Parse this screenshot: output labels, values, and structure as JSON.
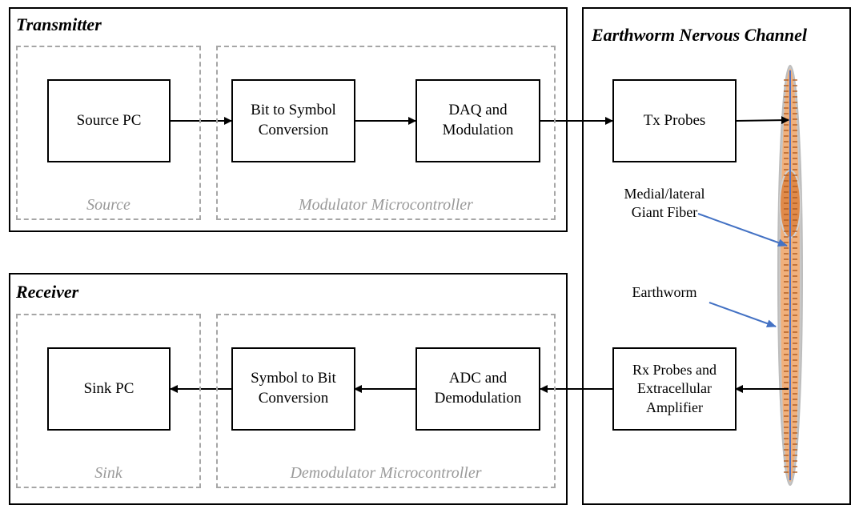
{
  "transmitter": {
    "title": "Transmitter",
    "groups": {
      "source": "Source",
      "modulator": "Modulator Microcontroller"
    },
    "blocks": {
      "source_pc": "Source PC",
      "bit_to_symbol": "Bit to Symbol\nConversion",
      "daq_modulation": "DAQ and\nModulation"
    }
  },
  "receiver": {
    "title": "Receiver",
    "groups": {
      "sink": "Sink",
      "demodulator": "Demodulator Microcontroller"
    },
    "blocks": {
      "sink_pc": "Sink PC",
      "symbol_to_bit": "Symbol to Bit\nConversion",
      "adc_demodulation": "ADC and\nDemodulation"
    }
  },
  "channel": {
    "title": "Earthworm Nervous Channel",
    "blocks": {
      "tx_probes": "Tx Probes",
      "rx_probes": "Rx Probes and\nExtracellular\nAmplifier"
    },
    "annotations": {
      "giant_fiber": "Medial/lateral\nGiant Fiber",
      "earthworm": "Earthworm"
    }
  },
  "colors": {
    "worm_body": "#f0b07c",
    "worm_segment": "#b05a1e",
    "nerve": "#4f72c4",
    "pointer": "#4472c4",
    "dashed_border": "#a6a6a6"
  }
}
